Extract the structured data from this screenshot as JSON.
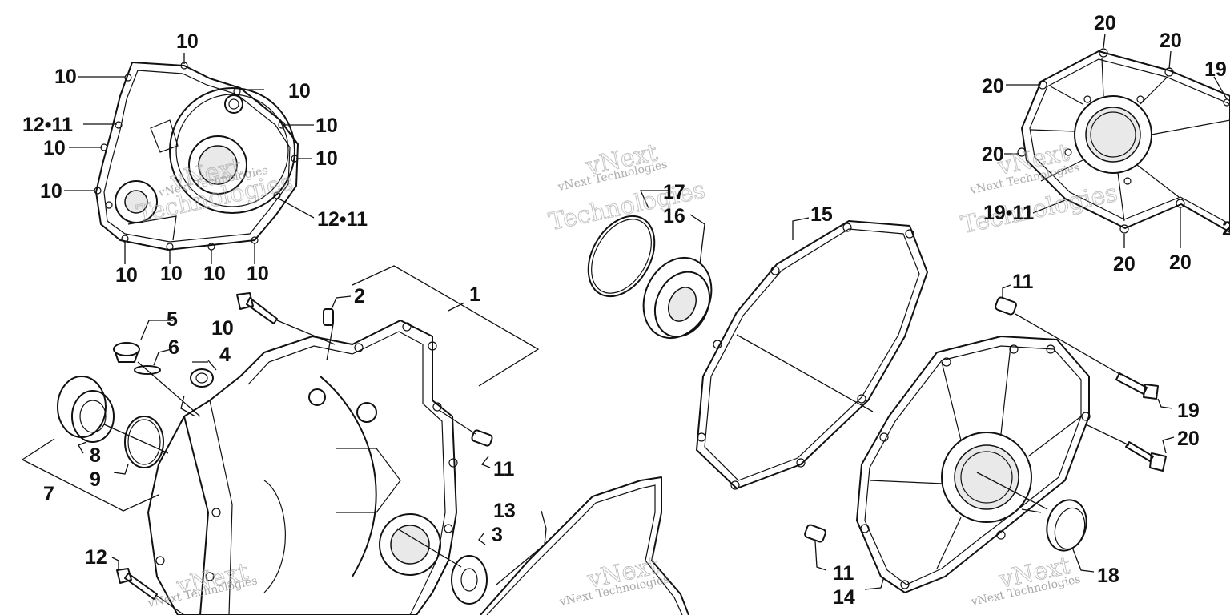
{
  "watermark": {
    "line1": "vNext Technologies",
    "line2": "vNext",
    "line3": "Technologies"
  },
  "callouts": [
    {
      "id": "c-10-a",
      "text": "10"
    },
    {
      "id": "c-10-b",
      "text": "10"
    },
    {
      "id": "c-10-c",
      "text": "10"
    },
    {
      "id": "c-12-11-a",
      "text": "12•11"
    },
    {
      "id": "c-10-d",
      "text": "10"
    },
    {
      "id": "c-10-e",
      "text": "10"
    },
    {
      "id": "c-10-f",
      "text": "10"
    },
    {
      "id": "c-10-g",
      "text": "10"
    },
    {
      "id": "c-12-11-b",
      "text": "12•11"
    },
    {
      "id": "c-10-h",
      "text": "10"
    },
    {
      "id": "c-10-i",
      "text": "10"
    },
    {
      "id": "c-10-j",
      "text": "10"
    },
    {
      "id": "c-10-k",
      "text": "10"
    },
    {
      "id": "c-1",
      "text": "1"
    },
    {
      "id": "c-2",
      "text": "2"
    },
    {
      "id": "c-10-l",
      "text": "10"
    },
    {
      "id": "c-5",
      "text": "5"
    },
    {
      "id": "c-6",
      "text": "6"
    },
    {
      "id": "c-4",
      "text": "4"
    },
    {
      "id": "c-8",
      "text": "8"
    },
    {
      "id": "c-9",
      "text": "9"
    },
    {
      "id": "c-7",
      "text": "7"
    },
    {
      "id": "c-11-a",
      "text": "11"
    },
    {
      "id": "c-13",
      "text": "13"
    },
    {
      "id": "c-3",
      "text": "3"
    },
    {
      "id": "c-12",
      "text": "12"
    },
    {
      "id": "c-17",
      "text": "17"
    },
    {
      "id": "c-16",
      "text": "16"
    },
    {
      "id": "c-15",
      "text": "15"
    },
    {
      "id": "c-20-a",
      "text": "20"
    },
    {
      "id": "c-20-b",
      "text": "20"
    },
    {
      "id": "c-19-a",
      "text": "19"
    },
    {
      "id": "c-20-c",
      "text": "20"
    },
    {
      "id": "c-20-d",
      "text": "20"
    },
    {
      "id": "c-19-11",
      "text": "19•11"
    },
    {
      "id": "c-20-e",
      "text": "20"
    },
    {
      "id": "c-20-f",
      "text": "20"
    },
    {
      "id": "c-2-cut",
      "text": "2"
    },
    {
      "id": "c-11-b",
      "text": "11"
    },
    {
      "id": "c-19-b",
      "text": "19"
    },
    {
      "id": "c-20-g",
      "text": "20"
    },
    {
      "id": "c-11-c",
      "text": "11"
    },
    {
      "id": "c-14",
      "text": "14"
    },
    {
      "id": "c-18",
      "text": "18"
    }
  ]
}
